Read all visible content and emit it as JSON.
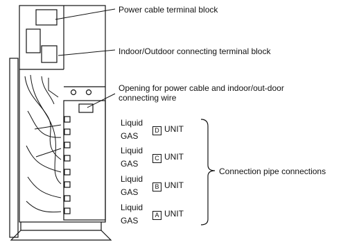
{
  "callouts": {
    "power_terminal": "Power cable terminal block",
    "io_terminal": "Indoor/Outdoor connecting terminal block",
    "opening": "Opening for power cable and indoor/out-door connecting wire",
    "pipe_connections": "Connection pipe connections"
  },
  "units": [
    {
      "letter": "D",
      "label": "UNIT",
      "liquid": "Liquid",
      "gas": "GAS"
    },
    {
      "letter": "C",
      "label": "UNIT",
      "liquid": "Liquid",
      "gas": "GAS"
    },
    {
      "letter": "B",
      "label": "UNIT",
      "liquid": "Liquid",
      "gas": "GAS"
    },
    {
      "letter": "A",
      "label": "UNIT",
      "liquid": "Liquid",
      "gas": "GAS"
    }
  ]
}
